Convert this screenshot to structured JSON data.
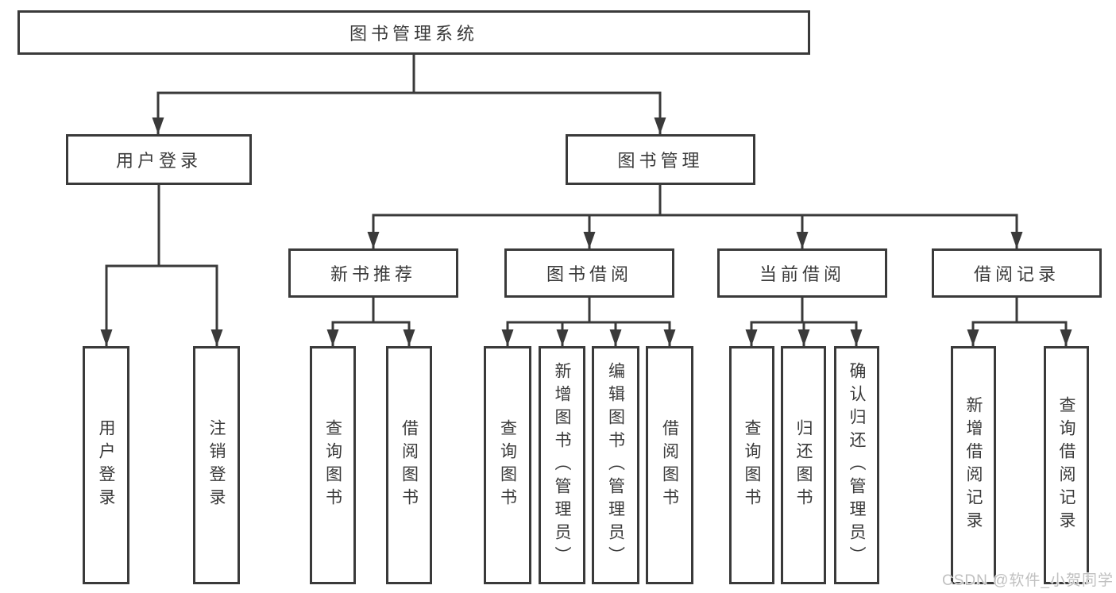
{
  "colors": {
    "line": "#3a3a3a",
    "box_border": "#3a3a3a",
    "box_background": "#ffffff",
    "text": "#3a3a3a",
    "watermark": "#c0c0c0"
  },
  "watermark": {
    "text": "CSDN @软件_小贺同学"
  },
  "tree": {
    "root": {
      "label": "图书管理系统"
    },
    "branches": [
      {
        "label": "用户登录",
        "children": [
          {
            "label": "用户登录"
          },
          {
            "label": "注销登录"
          }
        ]
      },
      {
        "label": "图书管理",
        "children": [
          {
            "label": "新书推荐",
            "children": [
              {
                "label": "查询图书"
              },
              {
                "label": "借阅图书"
              }
            ]
          },
          {
            "label": "图书借阅",
            "children": [
              {
                "label": "查询图书"
              },
              {
                "label": "新增图书（管理员）"
              },
              {
                "label": "编辑图书（管理员）"
              },
              {
                "label": "借阅图书"
              }
            ]
          },
          {
            "label": "当前借阅",
            "children": [
              {
                "label": "查询图书"
              },
              {
                "label": "归还图书"
              },
              {
                "label": "确认归还（管理员）"
              }
            ]
          },
          {
            "label": "借阅记录",
            "children": [
              {
                "label": "新增借阅记录"
              },
              {
                "label": "查询借阅记录"
              }
            ]
          }
        ]
      }
    ]
  }
}
